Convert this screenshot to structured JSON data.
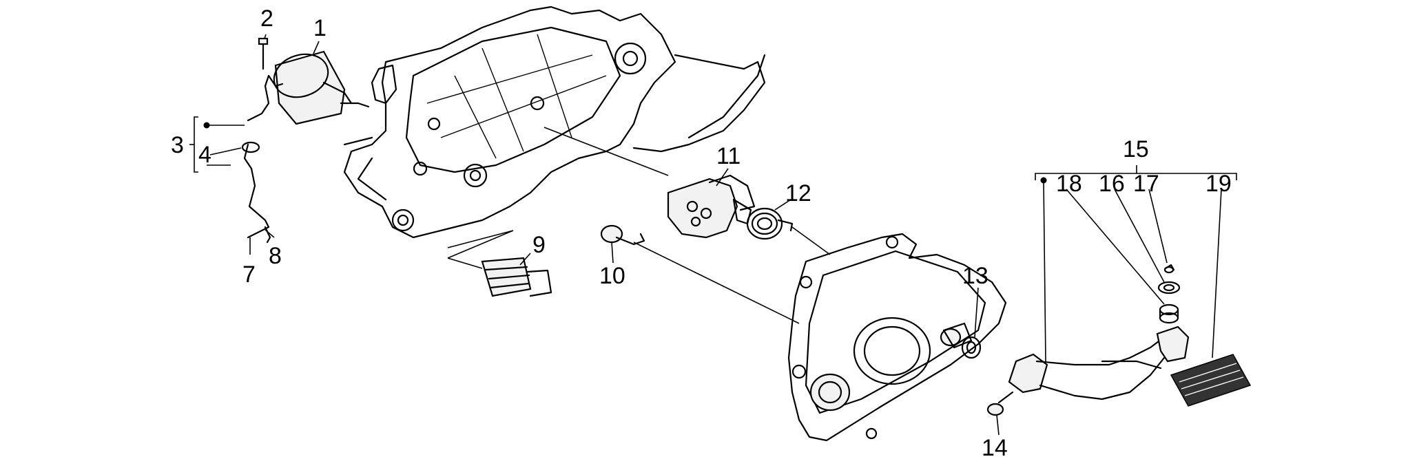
{
  "diagram": {
    "callouts": [
      "1",
      "2",
      "3",
      "4",
      "7",
      "8",
      "9",
      "10",
      "11",
      "12",
      "13",
      "14",
      "15",
      "16",
      "17",
      "18",
      "19"
    ]
  },
  "icons": {
    "group_marker": "filled-dot",
    "bracket": "bracket-line"
  }
}
